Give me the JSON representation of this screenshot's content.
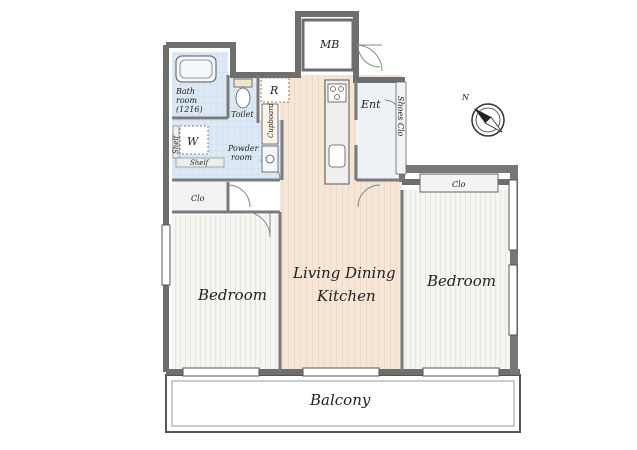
{
  "rooms": {
    "mb": "MB",
    "bathroom_line1": "Bath",
    "bathroom_line2": "room",
    "bathroom_size": "(1216)",
    "toilet": "Toilet",
    "refrigerator": "R",
    "cupboard": "Cupboard",
    "entrance": "Ent",
    "shoes_closet": "Shoes Clo",
    "washer": "W",
    "shelf_vertical": "Shelf",
    "shelf_horizontal": "Shelf",
    "powder_line1": "Powder",
    "powder_line2": "room",
    "closet_left": "Clo",
    "closet_right": "Clo",
    "bedroom_left": "Bedroom",
    "ldk_line1": "Living Dining",
    "ldk_line2": "Kitchen",
    "bedroom_right": "Bedroom",
    "balcony": "Balcony"
  },
  "compass": {
    "north_label": "N"
  },
  "colors": {
    "wall": "#6e6e6e",
    "floor_ldk": "#f6e6d6",
    "floor_bedroom": "#f3f3ef",
    "wet_area": "#dde9f5",
    "fixture": "#eeeeee"
  }
}
